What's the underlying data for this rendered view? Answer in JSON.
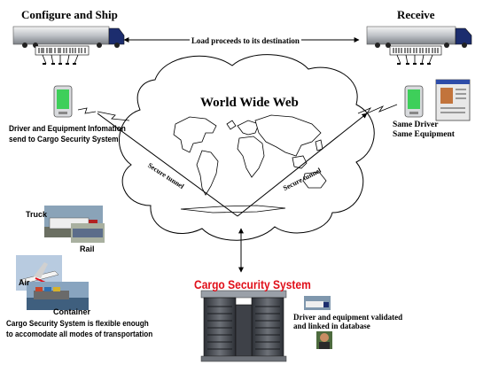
{
  "labels": {
    "configure_and_ship": "Configure and Ship",
    "receive": "Receive",
    "load_proceeds": "Load proceeds to its destination",
    "world_wide_web": "World Wide Web",
    "driver_info_line1": "Driver and Equipment Infomation",
    "driver_info_line2": "send to Cargo Security System",
    "same_driver": "Same Driver",
    "same_equipment": "Same Equipment",
    "secure_tunnel_left": "Secure tunnel",
    "secure_tunnel_right": "Secure tunnel",
    "cargo_security_system": "Cargo Security System",
    "truck": "Truck",
    "rail": "Rail",
    "air": "Air",
    "container": "Container",
    "flexible_line1": "Cargo Security System is flexible enough",
    "flexible_line2": "to accomodate all modes of transportation",
    "validated_line1": "Driver and equipment validated",
    "validated_line2": "and  linked in database"
  },
  "colors": {
    "accent_red": "#e0101a",
    "device_screen": "#3ecf5a",
    "line": "#000000",
    "truck_cab": "#1c2d6e"
  },
  "icons": {
    "shipping_truck": "truck-icon",
    "handheld_scanner": "handheld-device-icon",
    "server_rack": "server-icon",
    "world_map": "world-map-icon",
    "cloud": "cloud-icon"
  }
}
